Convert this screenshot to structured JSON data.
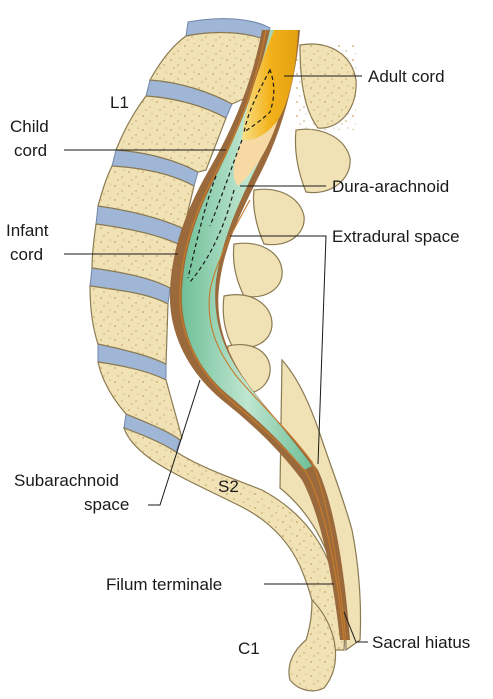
{
  "labels": {
    "adult_cord": "Adult cord",
    "l1": "L1",
    "child_cord_line1": "Child",
    "child_cord_line2": "cord",
    "dura_arachnoid": "Dura-arachnoid",
    "infant_cord_line1": "Infant",
    "infant_cord_line2": "cord",
    "extradural_space": "Extradural space",
    "subarachnoid_line1": "Subarachnoid",
    "subarachnoid_line2": "space",
    "s2": "S2",
    "filum_terminale": "Filum terminale",
    "c1": "C1",
    "sacral_hiatus": "Sacral hiatus"
  },
  "colors": {
    "bone": "#f1e2b6",
    "bone_outline": "#8a7a52",
    "bone_speckle": "#c9a96b",
    "disc": "#9fb6d6",
    "dura": "#9a6a3c",
    "csf": "#8fcfae",
    "adult_cord": "#f3b21a",
    "child_cord": "#f6d9a3"
  }
}
